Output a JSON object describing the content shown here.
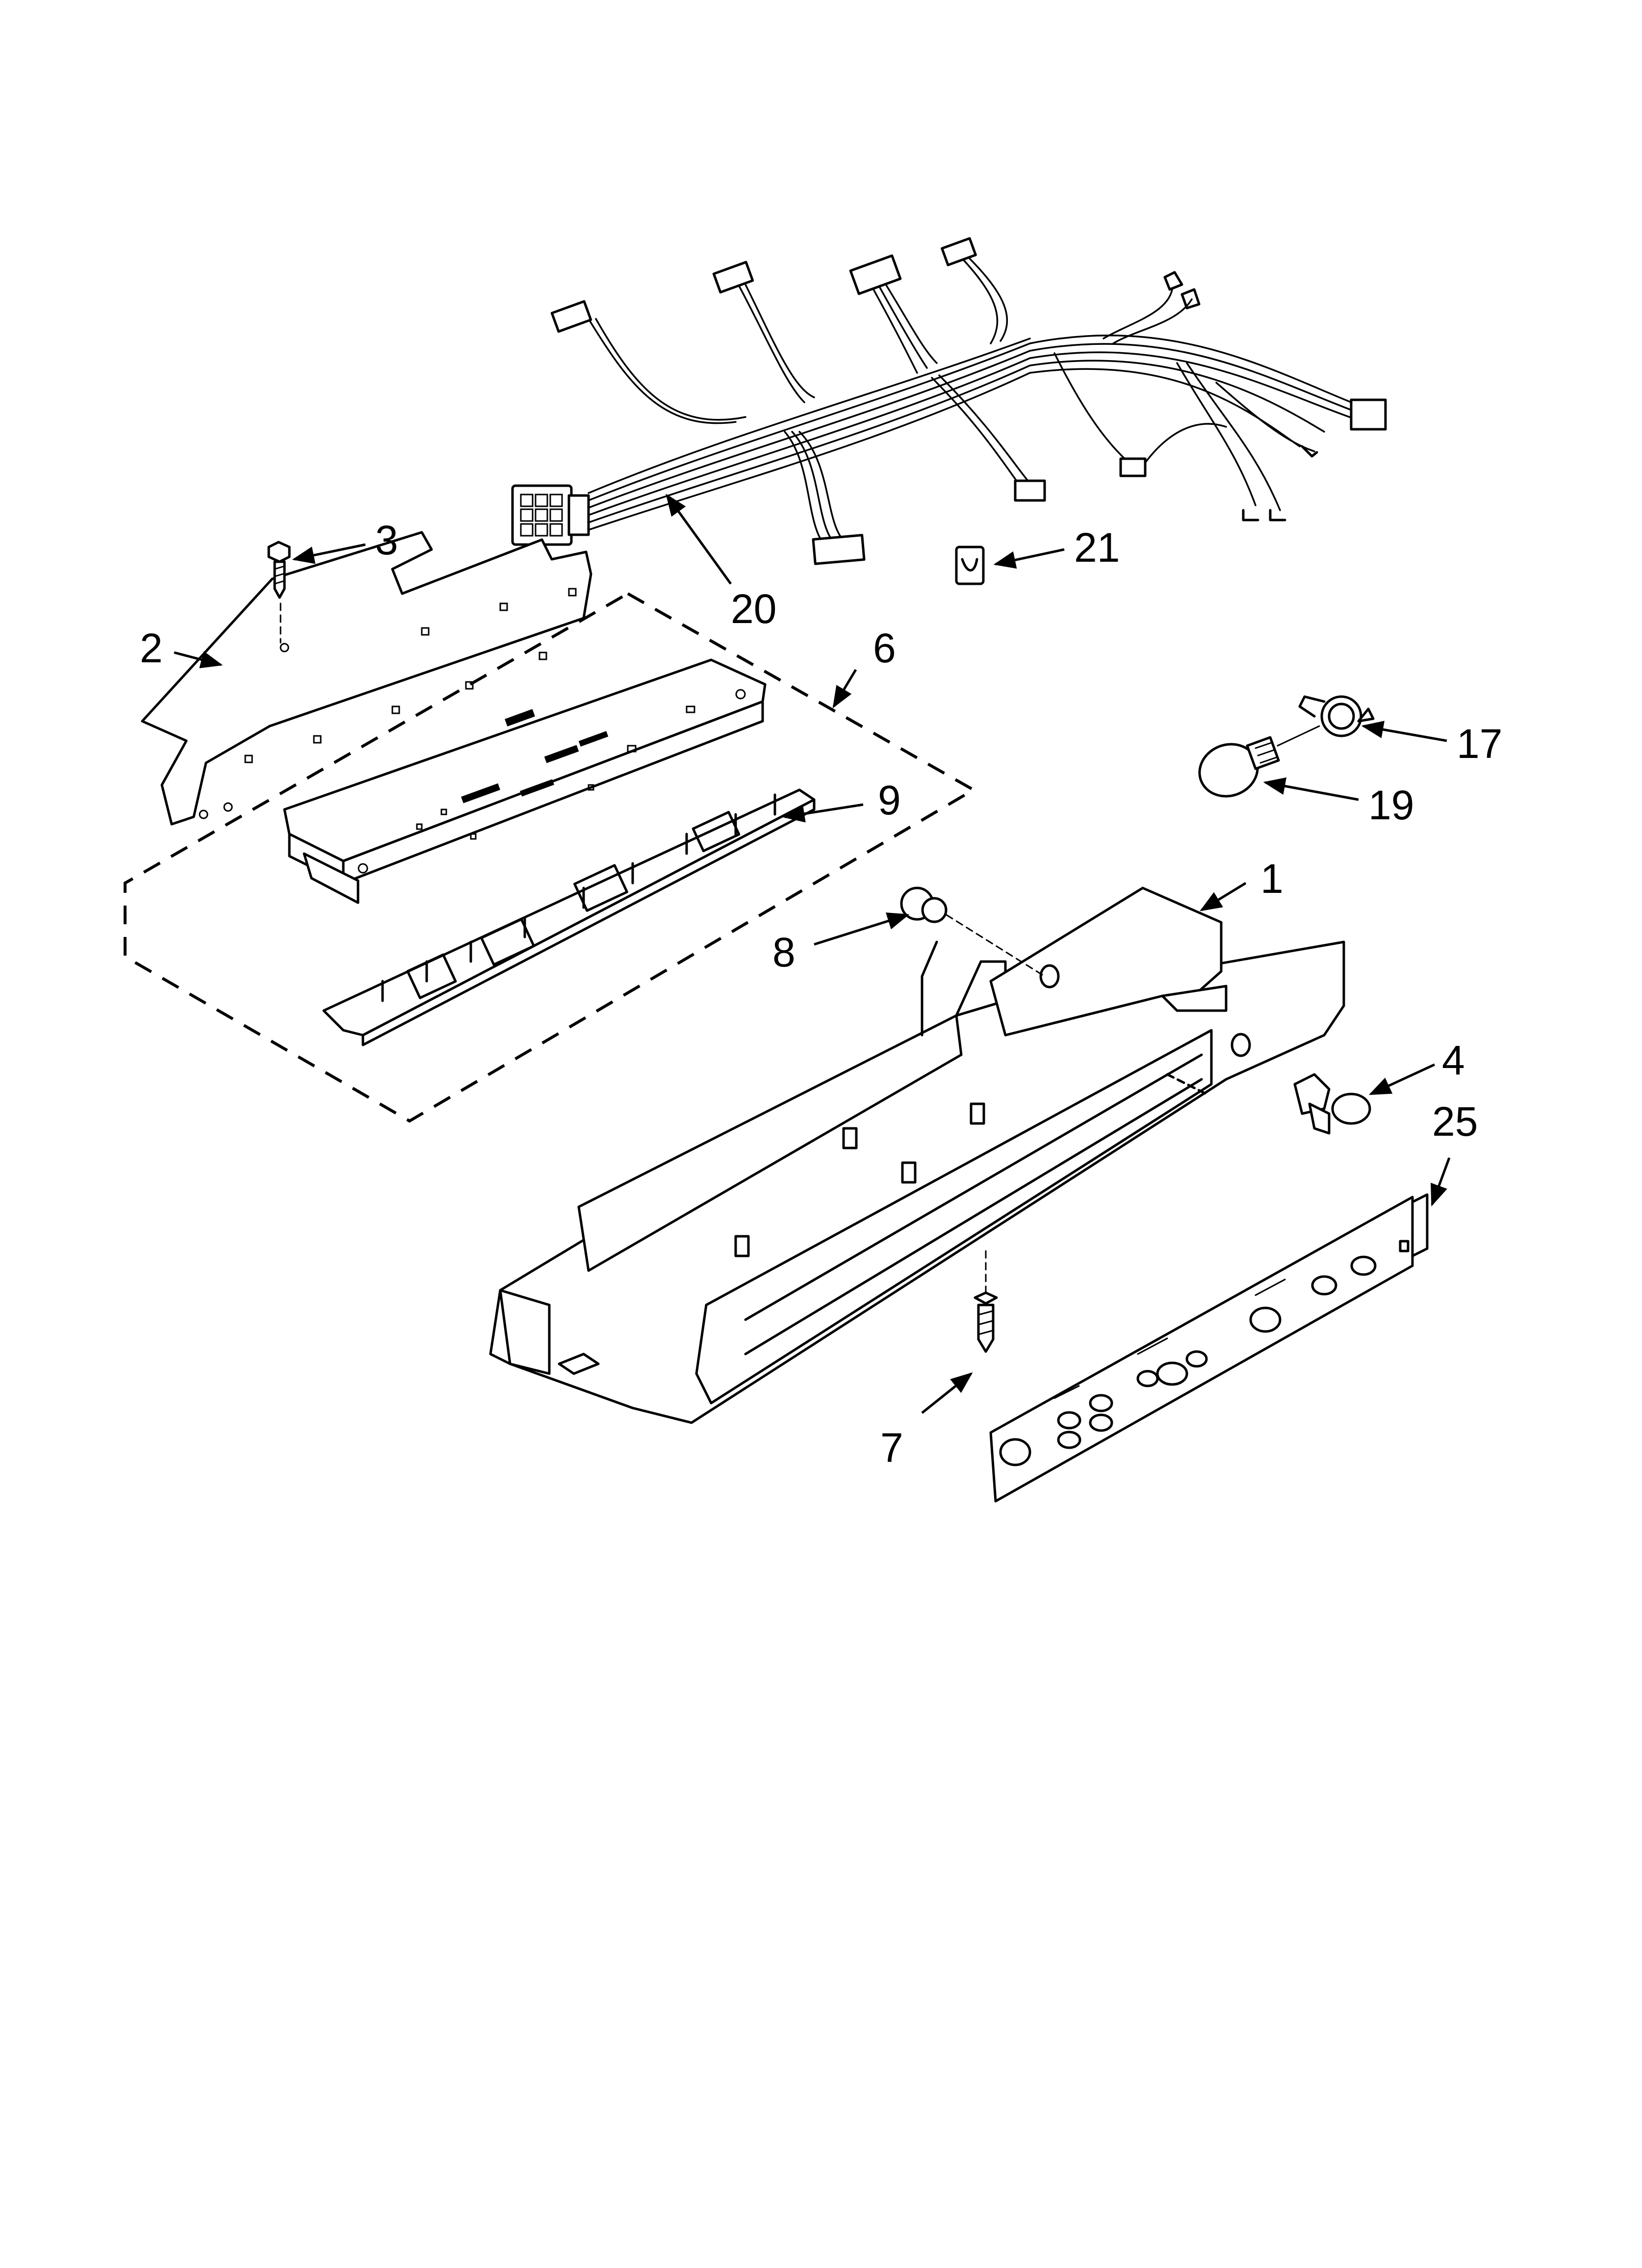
{
  "callouts": {
    "c1": "1",
    "c2": "2",
    "c3": "3",
    "c4": "4",
    "c6": "6",
    "c7": "7",
    "c8": "8",
    "c9": "9",
    "c17": "17",
    "c19": "19",
    "c20": "20",
    "c21": "21",
    "c25": "25"
  }
}
